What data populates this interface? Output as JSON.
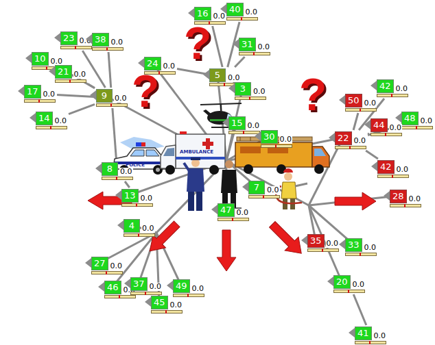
{
  "diagram": {
    "nodes": [
      {
        "text": [
          "16",
          "0.0"
        ]
      },
      {
        "text": [
          "40",
          "0.0"
        ]
      },
      {
        "text": [
          "23",
          "0.0"
        ]
      },
      {
        "text": [
          "38",
          "0.0"
        ]
      },
      {
        "text": [
          "31",
          "0.0"
        ]
      },
      {
        "text": [
          "10",
          "0.0"
        ]
      },
      {
        "text": [
          "24",
          "0.0"
        ]
      },
      {
        "text": [
          "21",
          "0.0"
        ]
      },
      {
        "text": [
          "5",
          "0.0"
        ]
      },
      {
        "text": [
          "42",
          "0.0"
        ]
      },
      {
        "text": [
          "3",
          "0.0"
        ]
      },
      {
        "text": [
          "17",
          "0.0"
        ]
      },
      {
        "text": [
          "9",
          "0.0"
        ]
      },
      {
        "text": [
          "50",
          "0.0"
        ]
      },
      {
        "text": [
          "14",
          "0.0"
        ]
      },
      {
        "text": [
          "48",
          "0.0"
        ]
      },
      {
        "text": [
          "15",
          "0.0"
        ]
      },
      {
        "text": [
          "44",
          "0.0"
        ]
      },
      {
        "text": [
          "30",
          "0.0"
        ]
      },
      {
        "text": [
          "22",
          "0.0"
        ]
      },
      {
        "text": [
          "42",
          "0.0"
        ]
      },
      {
        "text": [
          "8",
          "0.0"
        ]
      },
      {
        "text": [
          "7",
          "0.0"
        ]
      },
      {
        "text": [
          "13",
          "0.0"
        ]
      },
      {
        "text": [
          "28",
          "0.0"
        ]
      },
      {
        "text": [
          "47",
          "0.0"
        ]
      },
      {
        "text": [
          "4",
          "0.0"
        ]
      },
      {
        "text": [
          "35",
          "0.0"
        ]
      },
      {
        "text": [
          "33",
          "0.0"
        ]
      },
      {
        "text": [
          "27",
          "0.0"
        ]
      },
      {
        "text": [
          "46",
          "0.0"
        ]
      },
      {
        "text": [
          "37",
          "0.0"
        ]
      },
      {
        "text": [
          "49",
          "0.0"
        ]
      },
      {
        "text": [
          "20",
          "0.0"
        ]
      },
      {
        "text": [
          "45",
          "0.0"
        ]
      },
      {
        "text": [
          "41",
          "0.0"
        ]
      }
    ],
    "edges": [
      {
        "from": 12,
        "to": 2,
        "arrow": "none"
      },
      {
        "from": 12,
        "to": 3,
        "arrow": "none"
      },
      {
        "from": 12,
        "to": 5,
        "arrow": "none"
      },
      {
        "from": 12,
        "to": 7,
        "arrow": "none"
      },
      {
        "from": 12,
        "to": 11,
        "arrow": "none"
      },
      {
        "from": 12,
        "to": 14,
        "arrow": "none"
      },
      {
        "from": 12,
        "to": 21,
        "arrow": "none"
      },
      {
        "from": 21,
        "to": 23,
        "arrow": "none"
      },
      {
        "from": 8,
        "to": 0,
        "arrow": "none"
      },
      {
        "from": 8,
        "to": 1,
        "arrow": "none"
      },
      {
        "from": 8,
        "to": 4,
        "arrow": "none"
      },
      {
        "from": 8,
        "to": 6,
        "arrow": "none"
      },
      {
        "from": 8,
        "to": 10,
        "arrow": "none"
      },
      {
        "from": 19,
        "to": 13,
        "arrow": "none"
      },
      {
        "from": 19,
        "to": 9,
        "arrow": "none"
      },
      {
        "from": 19,
        "to": 17,
        "arrow": "none"
      },
      {
        "from": 19,
        "to": 15,
        "arrow": "none"
      },
      {
        "from": 19,
        "to": 20,
        "arrow": "none"
      },
      {
        "from": 33,
        "to": 35,
        "arrow": "none"
      }
    ],
    "labels": [
      "?",
      "?",
      "?",
      "POLICE",
      "AMBULANCE"
    ]
  }
}
